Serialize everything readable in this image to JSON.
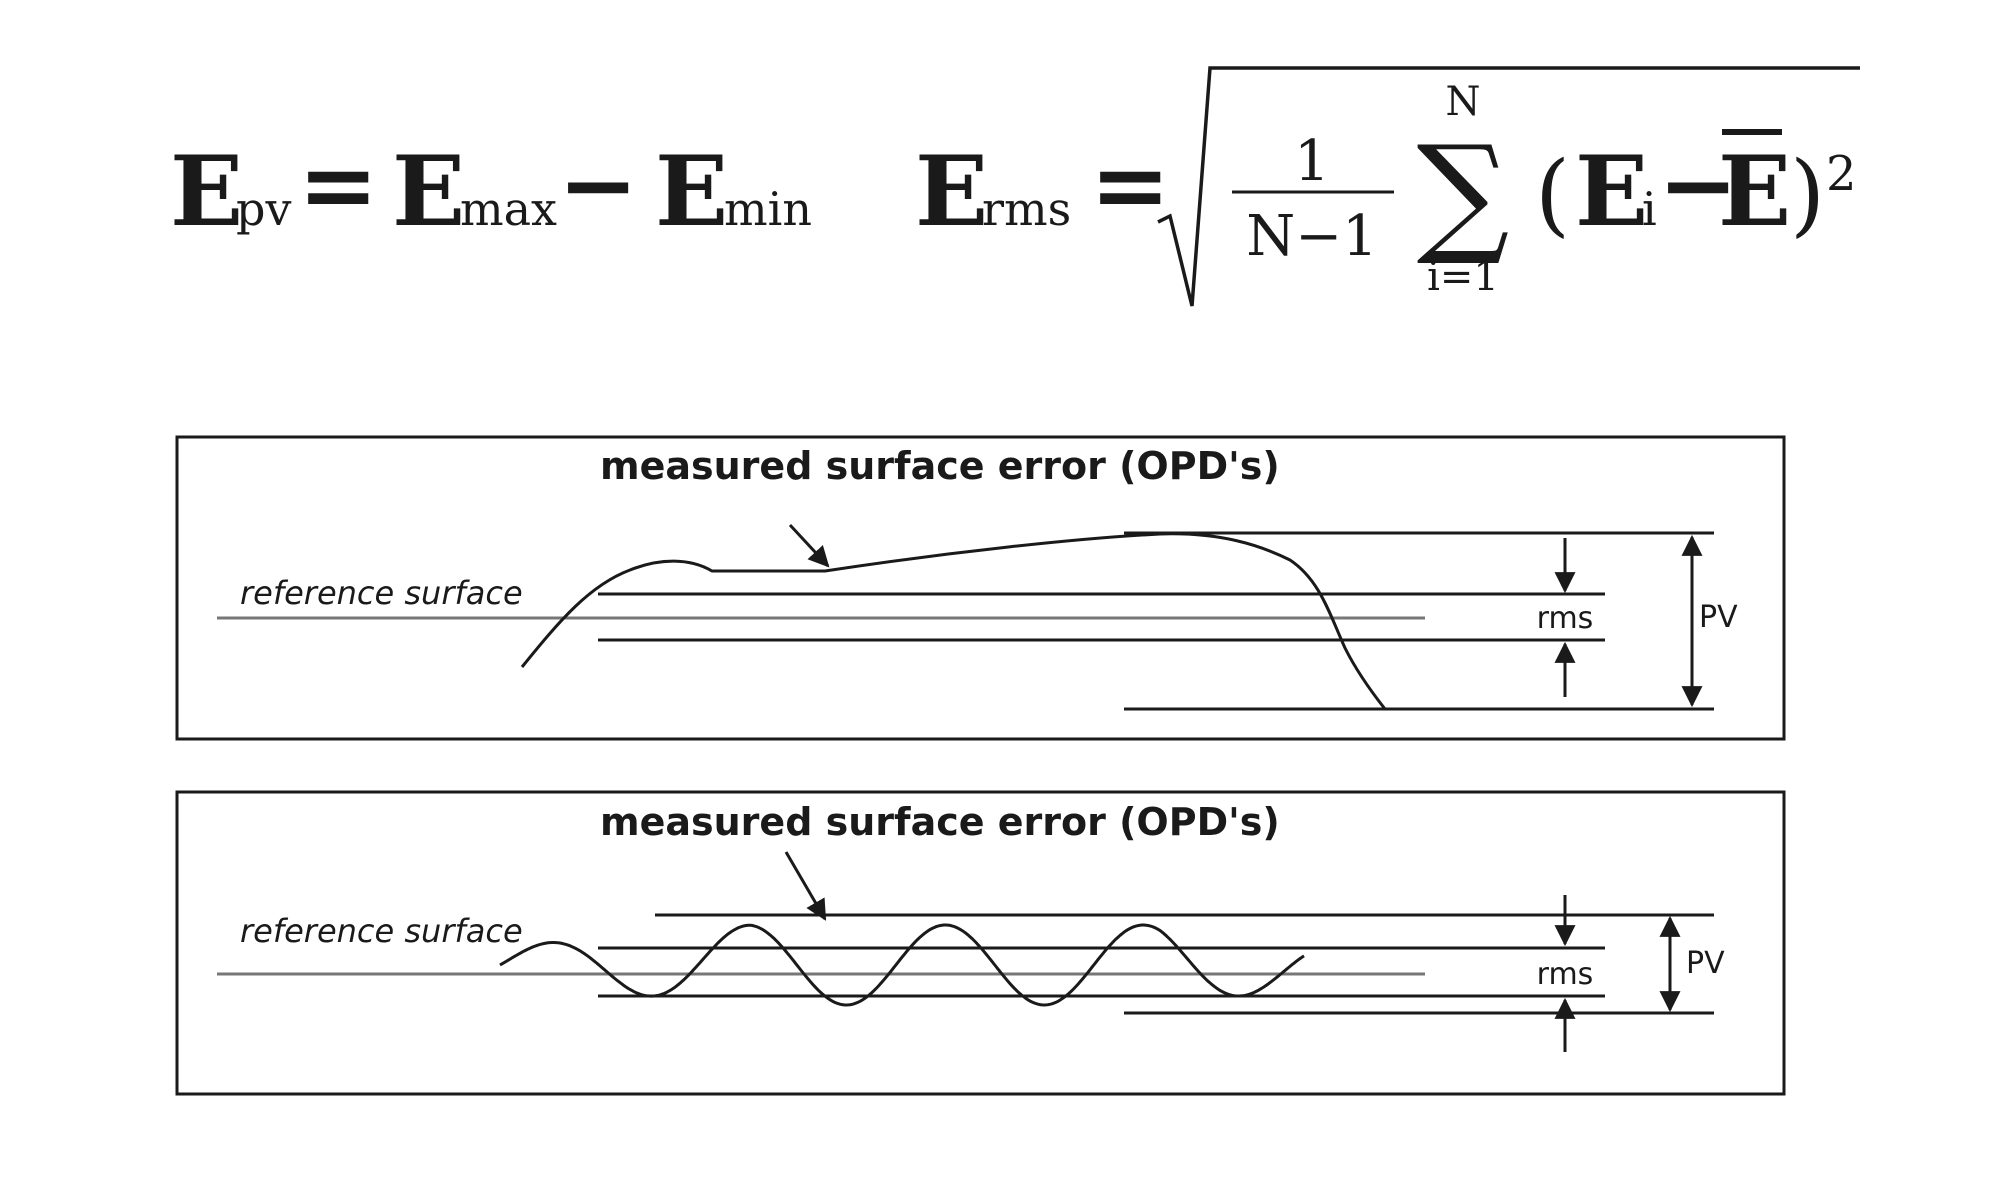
{
  "formulas": {
    "pv": {
      "lhs_symbol": "E",
      "lhs_sub": "pv",
      "equals": "=",
      "term1_symbol": "E",
      "term1_sub": "max",
      "minus": "−",
      "term2_symbol": "E",
      "term2_sub": "min"
    },
    "rms": {
      "lhs_symbol": "E",
      "lhs_sub": "rms",
      "equals": "=",
      "fraction_numerator": "1",
      "fraction_denominator": "N−1",
      "sum_symbol": "∑",
      "sum_upper": "N",
      "sum_lower": "i=1",
      "open_paren": "(",
      "term_symbol": "E",
      "term_sub": "i",
      "minus": "−",
      "mean_symbol": "E",
      "close_paren": ")",
      "exponent": "2"
    }
  },
  "panels": [
    {
      "title": "measured surface error (OPD's)",
      "reference_label": "reference surface",
      "rms_label": "rms",
      "pv_label": "PV"
    },
    {
      "title": "measured surface error (OPD's)",
      "reference_label": "reference surface",
      "rms_label": "rms",
      "pv_label": "PV"
    }
  ],
  "colors": {
    "ink": "#1a1a1a",
    "reference_line": "#777777"
  }
}
